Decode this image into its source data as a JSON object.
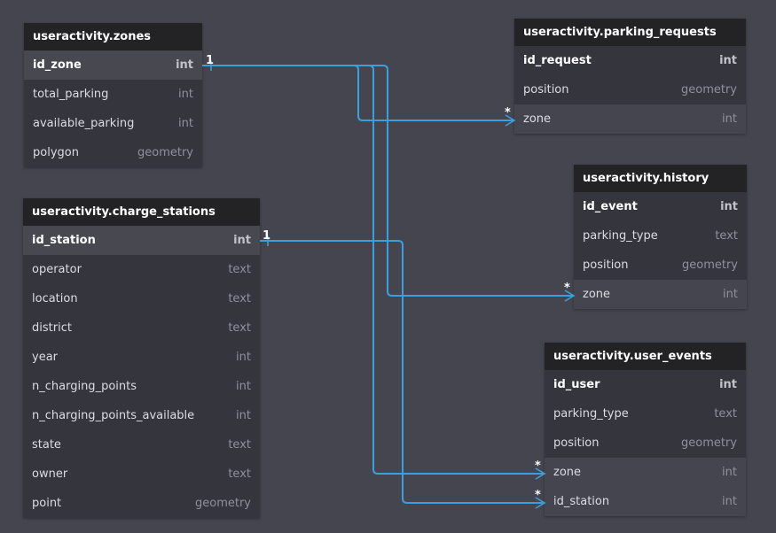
{
  "accent_color": "#3d9fd9",
  "tables": {
    "zones": {
      "title": "useractivity.zones",
      "columns": [
        {
          "name": "id_zone",
          "type": "int"
        },
        {
          "name": "total_parking",
          "type": "int"
        },
        {
          "name": "available_parking",
          "type": "int"
        },
        {
          "name": "polygon",
          "type": "geometry"
        }
      ]
    },
    "charge_stations": {
      "title": "useractivity.charge_stations",
      "columns": [
        {
          "name": "id_station",
          "type": "int"
        },
        {
          "name": "operator",
          "type": "text"
        },
        {
          "name": "location",
          "type": "text"
        },
        {
          "name": "district",
          "type": "text"
        },
        {
          "name": "year",
          "type": "int"
        },
        {
          "name": "n_charging_points",
          "type": "int"
        },
        {
          "name": "n_charging_points_available",
          "type": "int"
        },
        {
          "name": "state",
          "type": "text"
        },
        {
          "name": "owner",
          "type": "text"
        },
        {
          "name": "point",
          "type": "geometry"
        }
      ]
    },
    "parking_requests": {
      "title": "useractivity.parking_requests",
      "columns": [
        {
          "name": "id_request",
          "type": "int"
        },
        {
          "name": "position",
          "type": "geometry"
        },
        {
          "name": "zone",
          "type": "int"
        }
      ]
    },
    "history": {
      "title": "useractivity.history",
      "columns": [
        {
          "name": "id_event",
          "type": "int"
        },
        {
          "name": "parking_type",
          "type": "text"
        },
        {
          "name": "position",
          "type": "geometry"
        },
        {
          "name": "zone",
          "type": "int"
        }
      ]
    },
    "user_events": {
      "title": "useractivity.user_events",
      "columns": [
        {
          "name": "id_user",
          "type": "int"
        },
        {
          "name": "parking_type",
          "type": "text"
        },
        {
          "name": "position",
          "type": "geometry"
        },
        {
          "name": "zone",
          "type": "int"
        },
        {
          "name": "id_station",
          "type": "int"
        }
      ]
    }
  },
  "relations": [
    {
      "from": "useractivity.zones.id_zone",
      "to": "useractivity.parking_requests.zone",
      "from_card": "1",
      "to_card": "*"
    },
    {
      "from": "useractivity.zones.id_zone",
      "to": "useractivity.history.zone",
      "from_card": "1",
      "to_card": "*"
    },
    {
      "from": "useractivity.zones.id_zone",
      "to": "useractivity.user_events.zone",
      "from_card": "1",
      "to_card": "*"
    },
    {
      "from": "useractivity.charge_stations.id_station",
      "to": "useractivity.user_events.id_station",
      "from_card": "1",
      "to_card": "*"
    }
  ]
}
